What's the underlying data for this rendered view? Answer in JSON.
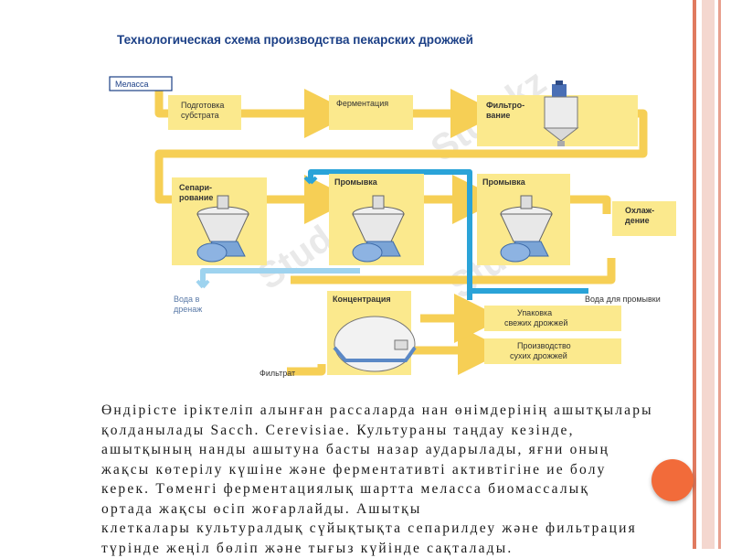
{
  "diagram": {
    "title": "Технологическая схема производства пекарских дрожжей",
    "boxes": {
      "molasses": "Меласса",
      "prep_line1": "Подготовка",
      "prep_line2": "субстрата",
      "fermentation": "Ферментация",
      "filter_line1": "Фильтро-",
      "filter_line2": "вание",
      "sep_line1": "Сепари-",
      "sep_line2": "рование",
      "wash1": "Промывка",
      "wash2": "Промывка",
      "cool_line1": "Охлаж-",
      "cool_line2": "дение",
      "concentration": "Концентрация",
      "pack_line1": "Упаковка",
      "pack_line2": "свежих дрожжей",
      "dry_line1": "Производство",
      "dry_line2": "сухих дрожжей"
    },
    "labels": {
      "drain_line1": "Вода в",
      "drain_line2": "дренаж",
      "wash_water": "Вода для промывки",
      "filtrate": "Фильтрат"
    },
    "watermark": "Stud.kz"
  },
  "caption": {
    "lines": [
      "Өндірісте іріктеліп алынған рассаларда нан өнімдерінің ашытқылары",
      "қолданылады Sacch. Cerevisiae. Культураны таңдау кезінде,",
      "ашытқының нанды ашытуна басты назар аударылады, яғни оның",
      "жақсы көтерілу күшіне және ферментативті активтігіне ие болу",
      "керек. Төменгі ферментациялық шартта меласса биомассалық",
      "ортада жақсы өсіп жоғарлайды. Ашытқы",
      "клеткалары культуралдық сүйықтықта сепарилдеу және фильтрация",
      "түрінде жеңіл бөліп және тығыз күйінде сақталады."
    ]
  },
  "colors": {
    "box_fill": "#fbe98d",
    "arrow_yellow": "#f6cf55",
    "arrow_blue": "#2aa3d8",
    "arrow_light_blue": "#9ed3ef",
    "accent_orange": "#f26b3a",
    "border_stripe": "#e07a5f"
  }
}
